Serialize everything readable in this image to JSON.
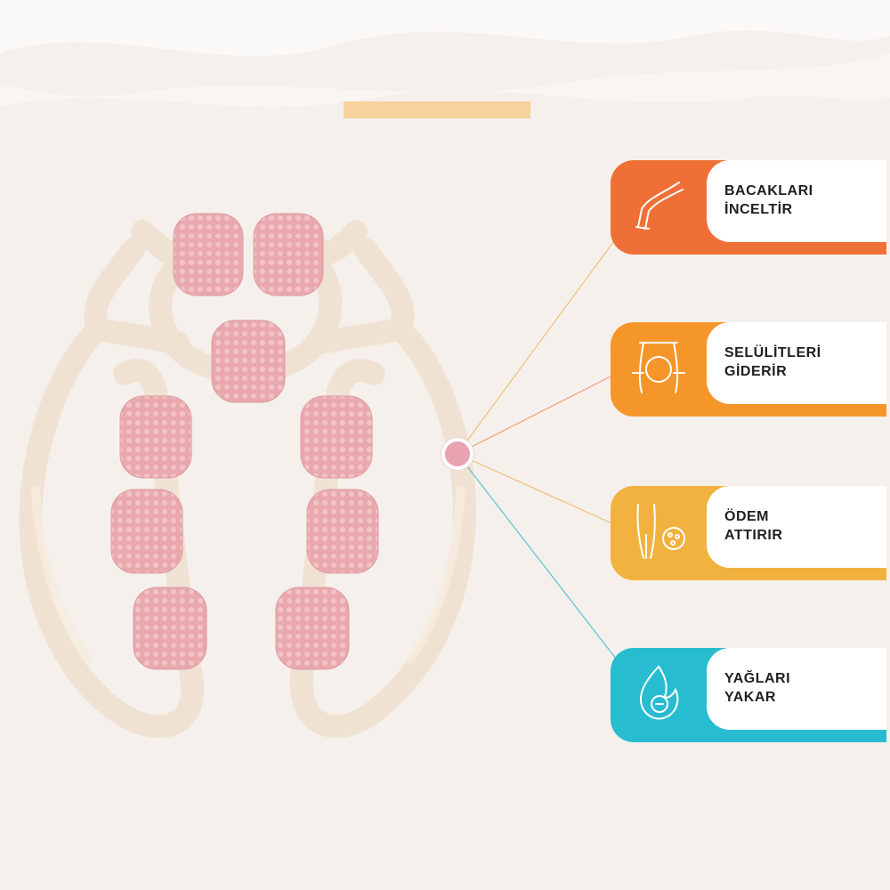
{
  "features": [
    {
      "line1": "BACAKLARI",
      "line2": "İNCELTİR",
      "icon": "legs-icon",
      "color": "#ef7037"
    },
    {
      "line1": "SELÜLİTLERİ",
      "line2": "GİDERİR",
      "icon": "cellulite-icon",
      "color": "#f5962a"
    },
    {
      "line1": "ÖDEM",
      "line2": "ATTIRIR",
      "icon": "edema-icon",
      "color": "#f2b23f"
    },
    {
      "line1": "YAĞLARI",
      "line2": "YAKAR",
      "icon": "fat-burn-icon",
      "color": "#28bcd0"
    }
  ],
  "colors": {
    "background": "#f5f0eb",
    "roller": "#e9a8ad",
    "frame": "#f2e6d8",
    "accent_bar": "#f6d29c",
    "hub": "#eaa3b1"
  }
}
